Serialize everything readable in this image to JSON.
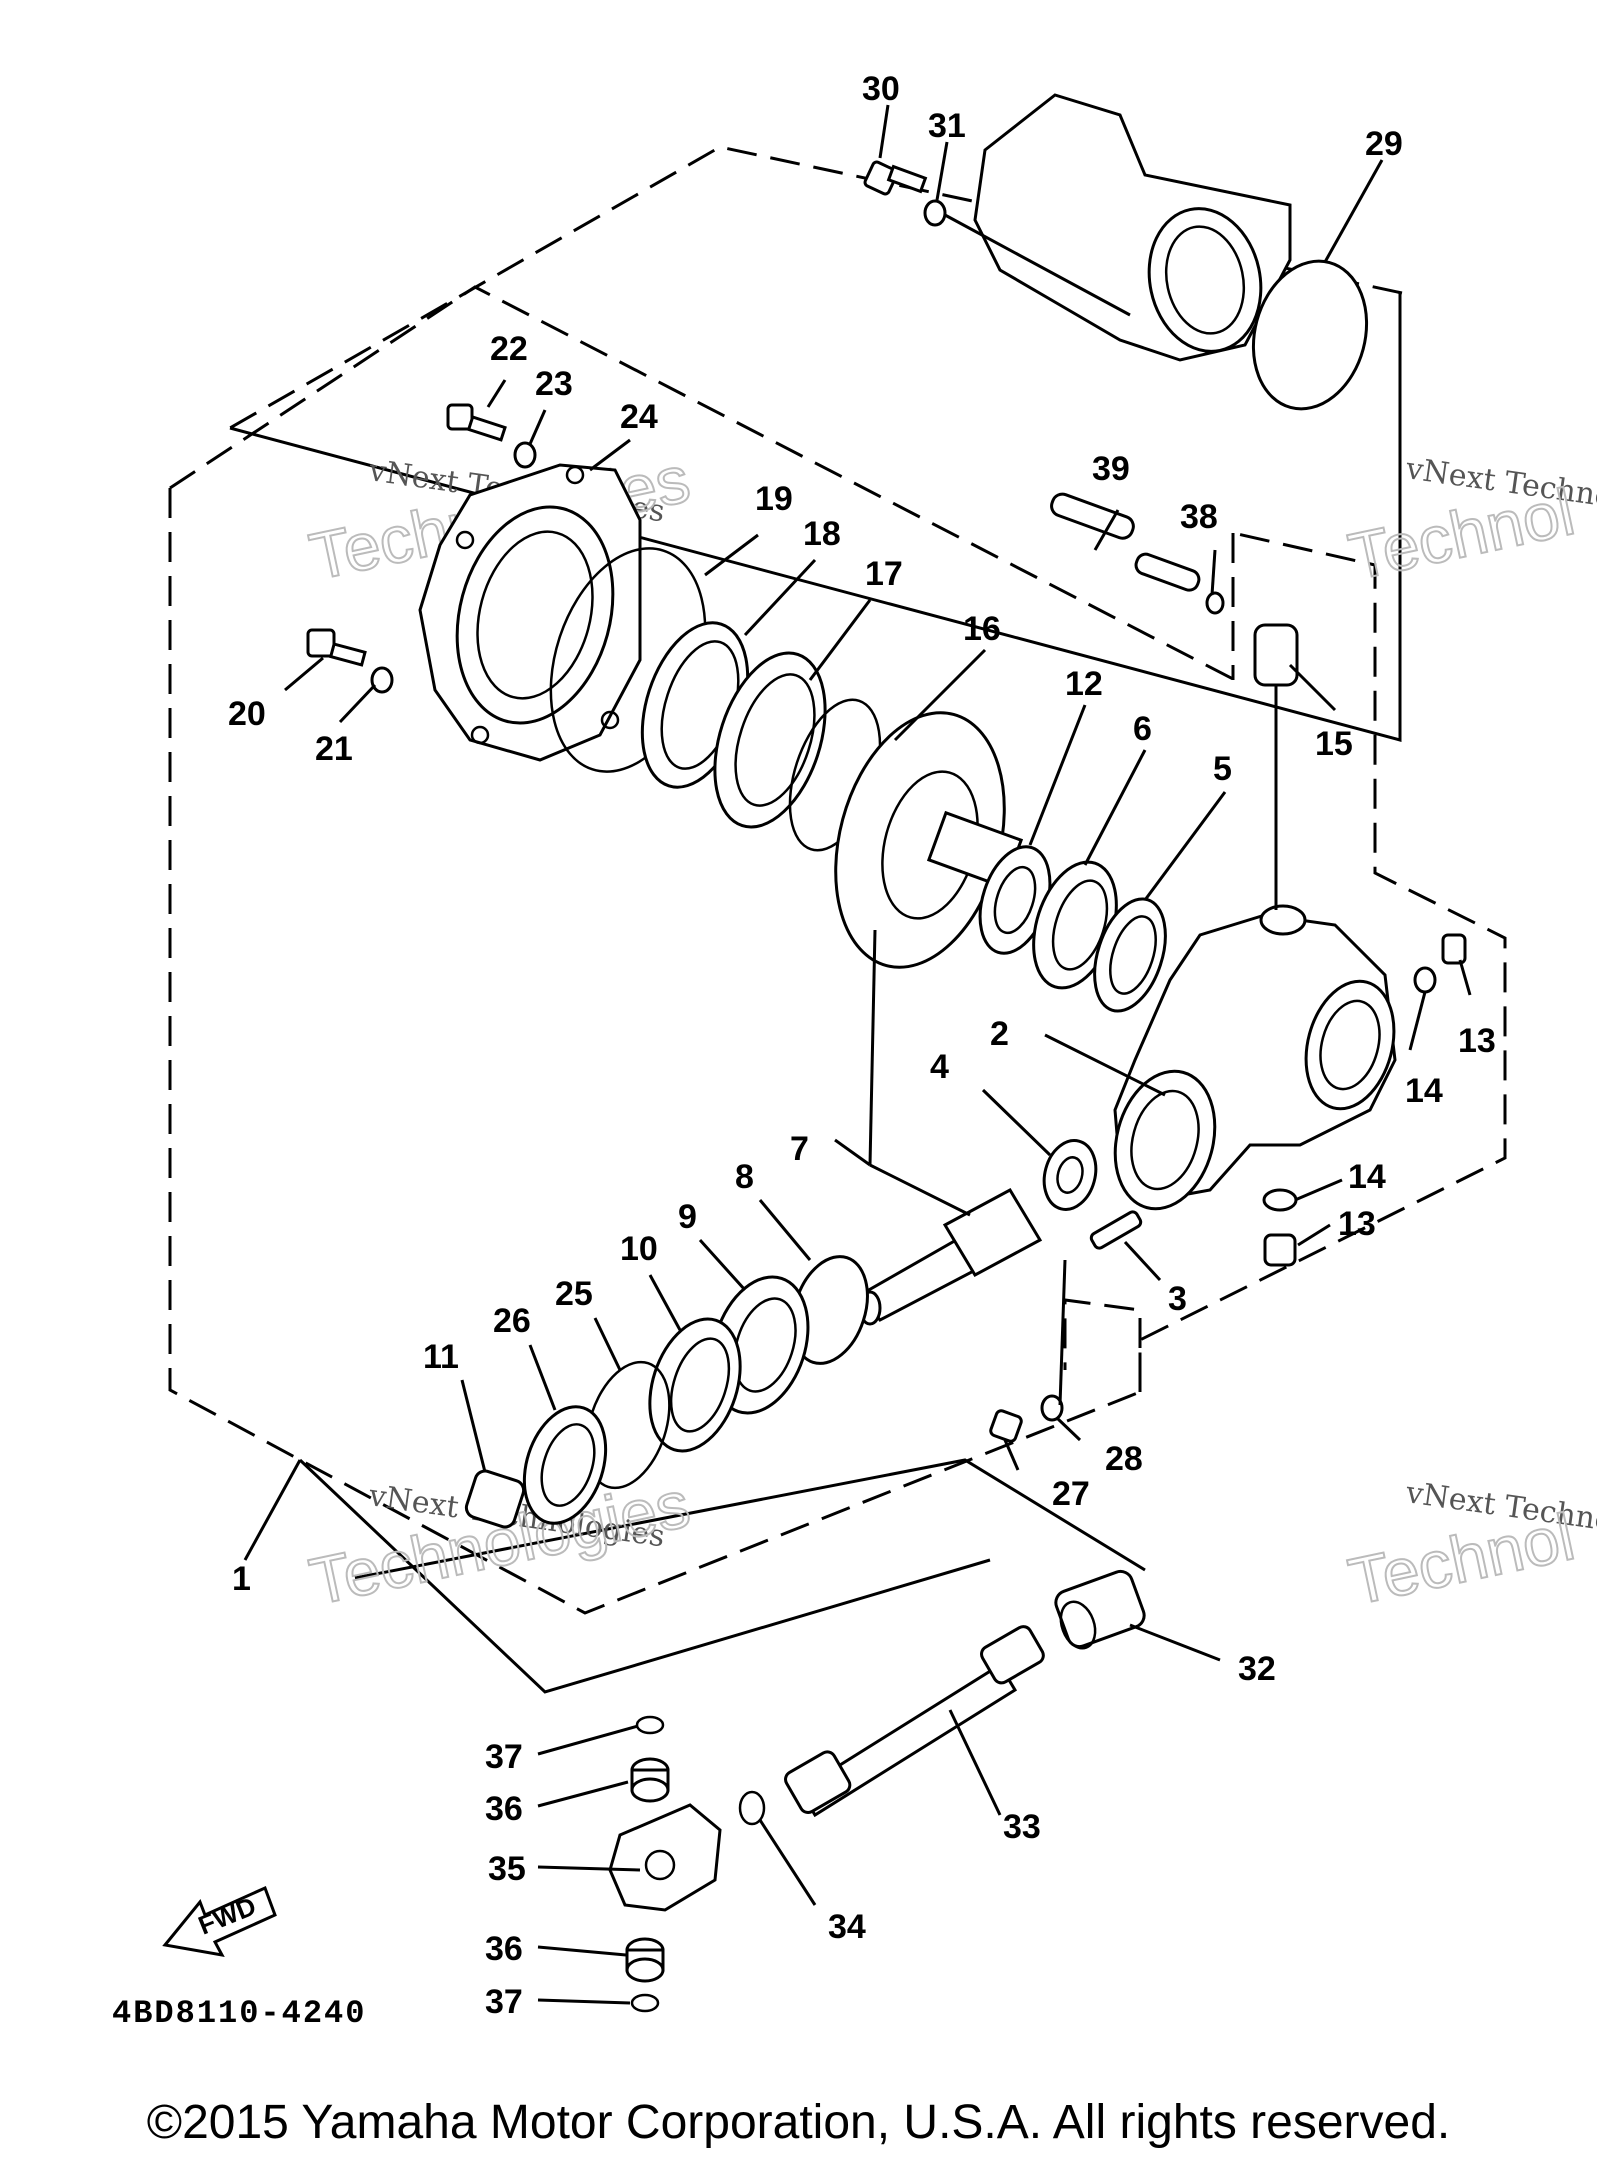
{
  "diagram": {
    "callouts": [
      "1",
      "2",
      "3",
      "4",
      "5",
      "6",
      "7",
      "8",
      "9",
      "10",
      "11",
      "12",
      "13",
      "13",
      "14",
      "14",
      "15",
      "16",
      "17",
      "18",
      "19",
      "20",
      "21",
      "22",
      "23",
      "24",
      "25",
      "26",
      "27",
      "28",
      "29",
      "30",
      "31",
      "32",
      "33",
      "34",
      "35",
      "36",
      "36",
      "37",
      "37",
      "38",
      "39"
    ],
    "diagram_code": "4BD8110-4240",
    "fwd_label": "FWD",
    "watermark_text": "vNext Technologies",
    "watermark_word": "Technologies",
    "watermark_text_cut": "vNext Techno",
    "watermark_word_cut": "Technol"
  },
  "copyright": "©2015 Yamaha Motor Corporation, U.S.A. All rights reserved."
}
